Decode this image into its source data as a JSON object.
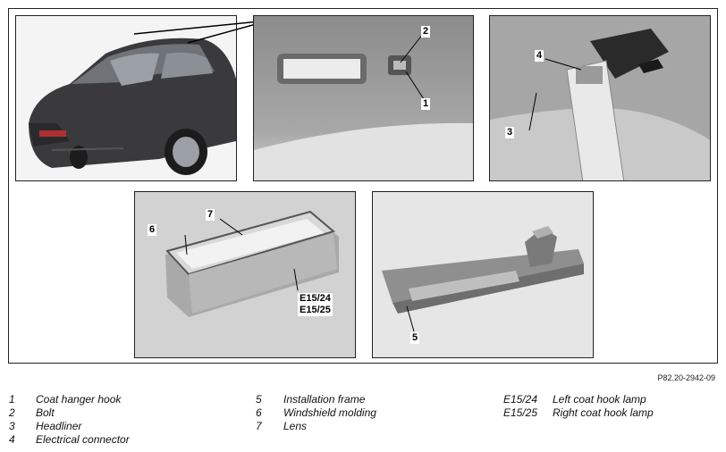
{
  "callouts": {
    "n1": "1",
    "n2": "2",
    "n3": "3",
    "n4": "4",
    "n5": "5",
    "n6": "6",
    "n7": "7",
    "e1": "E15/24",
    "e2": "E15/25"
  },
  "figure_code": "P82.20-2942-09",
  "legend": {
    "col1": [
      {
        "num": "1",
        "text": "Coat hanger hook"
      },
      {
        "num": "2",
        "text": "Bolt"
      },
      {
        "num": "3",
        "text": "Headliner"
      },
      {
        "num": "4",
        "text": "Electrical connector"
      }
    ],
    "col2": [
      {
        "num": "5",
        "text": "Installation frame"
      },
      {
        "num": "6",
        "text": "Windshield molding"
      },
      {
        "num": "7",
        "text": "Lens"
      }
    ],
    "col3": [
      {
        "num": "E15/24",
        "text": "Left coat hook lamp"
      },
      {
        "num": "E15/25",
        "text": "Right coat hook lamp"
      }
    ]
  }
}
